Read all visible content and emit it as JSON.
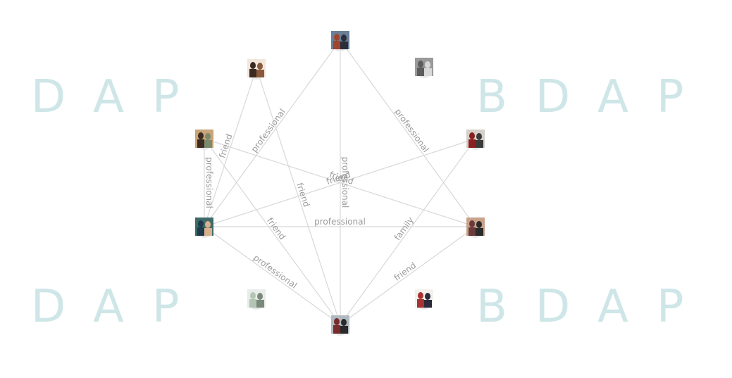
{
  "watermark": {
    "text": "BDAP",
    "color": "#cfe6e8"
  },
  "nodes": [
    {
      "id": "top",
      "icon": "photo-two-men"
    },
    {
      "id": "upper-left",
      "icon": "photo-person-profile"
    },
    {
      "id": "upper-right",
      "icon": "photo-grayscale-portrait"
    },
    {
      "id": "left-upper",
      "icon": "photo-people-indoor"
    },
    {
      "id": "right-upper",
      "icon": "photo-group"
    },
    {
      "id": "left",
      "icon": "photo-man-portrait"
    },
    {
      "id": "right",
      "icon": "photo-couple"
    },
    {
      "id": "lower-left",
      "icon": "photo-hand-light"
    },
    {
      "id": "lower-right",
      "icon": "photo-couple-close"
    },
    {
      "id": "bottom",
      "icon": "photo-group-bottom"
    }
  ],
  "edges": [
    {
      "source": "top",
      "target": "left",
      "label": "professional"
    },
    {
      "source": "top",
      "target": "right",
      "label": "professional"
    },
    {
      "source": "top",
      "target": "bottom",
      "label": "professional"
    },
    {
      "source": "upper-left",
      "target": "left",
      "label": "friend"
    },
    {
      "source": "upper-left",
      "target": "bottom",
      "label": "friend"
    },
    {
      "source": "left-upper",
      "target": "left",
      "label": "professional"
    },
    {
      "source": "left-upper",
      "target": "bottom",
      "label": "friend"
    },
    {
      "source": "left-upper",
      "target": "right",
      "label": "friend"
    },
    {
      "source": "left",
      "target": "right-upper",
      "label": "friend"
    },
    {
      "source": "left",
      "target": "right",
      "label": "professional"
    },
    {
      "source": "left",
      "target": "bottom",
      "label": "professional"
    },
    {
      "source": "right-upper",
      "target": "bottom",
      "label": "family"
    },
    {
      "source": "right",
      "target": "bottom",
      "label": "friend"
    }
  ]
}
